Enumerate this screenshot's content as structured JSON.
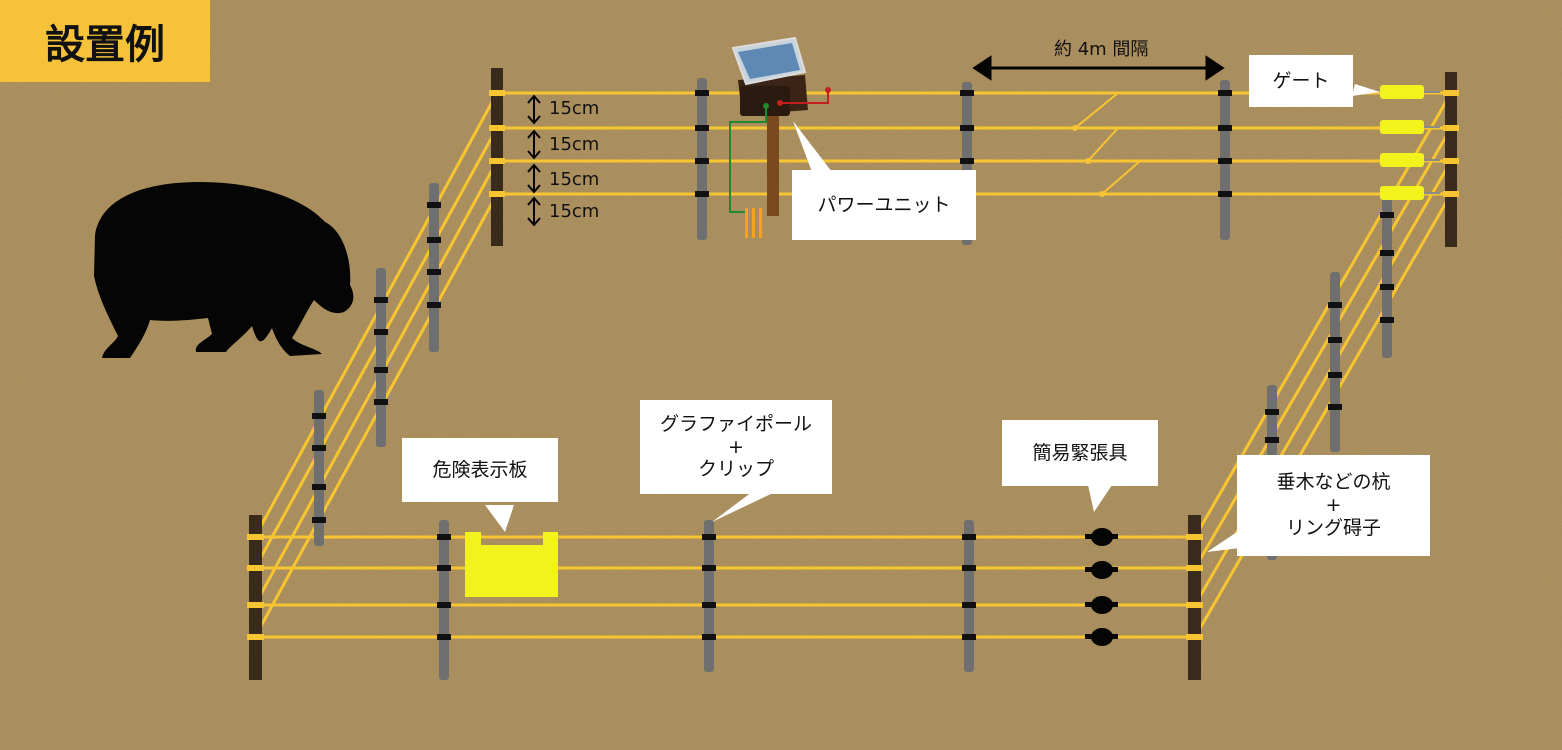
{
  "title": "設置例",
  "spacing_label": "約 4m 間隔",
  "wire_spacing": [
    "15cm",
    "15cm",
    "15cm",
    "15cm"
  ],
  "callouts": {
    "gate": "ゲート",
    "power_unit": "パワーユニット",
    "danger_sign": "危険表示板",
    "graphite_pole": [
      "グラファイポール",
      "+",
      "クリップ"
    ],
    "tensioner": "簡易緊張具",
    "corner_post": [
      "垂木などの杭",
      "+",
      "リング碍子"
    ]
  },
  "colors": {
    "ground": "#a88a55",
    "wire": "#f7c531",
    "pole": "#6f6f6f",
    "wood_post": "#3a2a1c",
    "sign": "#f2f21c",
    "title_bg": "#f5c23a"
  }
}
